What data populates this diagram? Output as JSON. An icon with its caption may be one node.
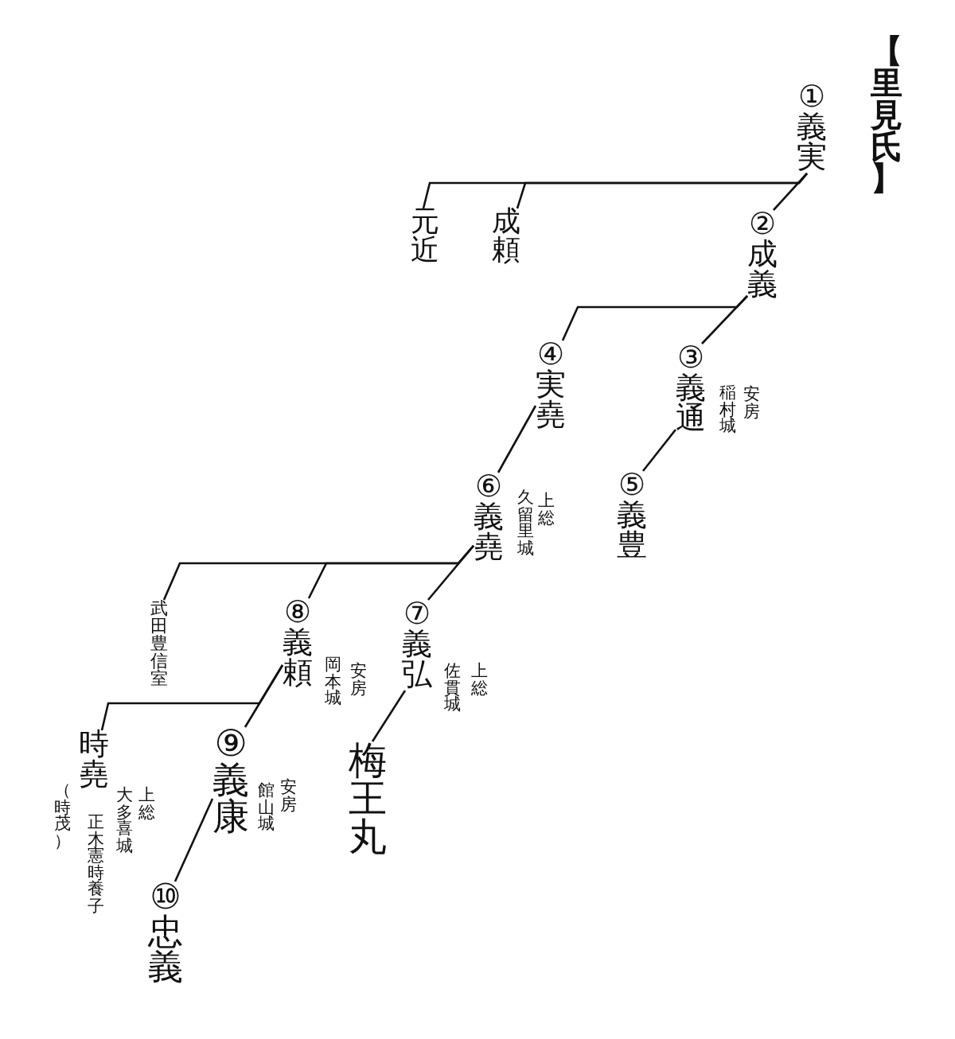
{
  "diagram": {
    "title": "【里見氏】",
    "nodes": [
      {
        "text": [
          "①義実"
        ]
      },
      {
        "text": [
          "②成義"
        ]
      },
      {
        "text": [
          "成頼"
        ]
      },
      {
        "text": [
          "元近"
        ]
      },
      {
        "text": [
          "③義通"
        ],
        "beside": [
          "安房",
          "稲村城"
        ]
      },
      {
        "text": [
          "④実堯"
        ]
      },
      {
        "text": [
          "⑤義豊"
        ]
      },
      {
        "text": [
          "⑥義堯"
        ],
        "beside": [
          "上総",
          "久留里城"
        ]
      },
      {
        "text": [
          "⑦義弘"
        ],
        "beside": [
          "上総",
          "佐貫城"
        ]
      },
      {
        "text": [
          "⑧義頼"
        ],
        "beside": [
          "安房",
          "岡本城"
        ]
      },
      {
        "text": [
          "武田豊信室"
        ]
      },
      {
        "text": [
          "梅王丸"
        ]
      },
      {
        "text": [
          "⑨義康"
        ],
        "beside": [
          "安房",
          "館山城"
        ]
      },
      {
        "text": [
          "時堯"
        ],
        "beside": [
          "上総",
          "大多喜城",
          "正木憲時養子",
          "（時茂）"
        ]
      },
      {
        "text": [
          "⑩忠義"
        ]
      }
    ],
    "edges": [
      {
        "from": 0,
        "to": 1,
        "arrow": "none"
      },
      {
        "from": 0,
        "to": 2,
        "arrow": "none"
      },
      {
        "from": 0,
        "to": 3,
        "arrow": "none"
      },
      {
        "from": 1,
        "to": 4,
        "arrow": "none"
      },
      {
        "from": 1,
        "to": 5,
        "arrow": "none"
      },
      {
        "from": 4,
        "to": 6,
        "arrow": "none"
      },
      {
        "from": 5,
        "to": 7,
        "arrow": "none"
      },
      {
        "from": 7,
        "to": 8,
        "arrow": "none"
      },
      {
        "from": 7,
        "to": 9,
        "arrow": "none"
      },
      {
        "from": 7,
        "to": 10,
        "arrow": "none"
      },
      {
        "from": 8,
        "to": 11,
        "arrow": "none"
      },
      {
        "from": 9,
        "to": 12,
        "arrow": "none"
      },
      {
        "from": 9,
        "to": 13,
        "arrow": "none"
      },
      {
        "from": 12,
        "to": 14,
        "arrow": "none"
      }
    ]
  }
}
